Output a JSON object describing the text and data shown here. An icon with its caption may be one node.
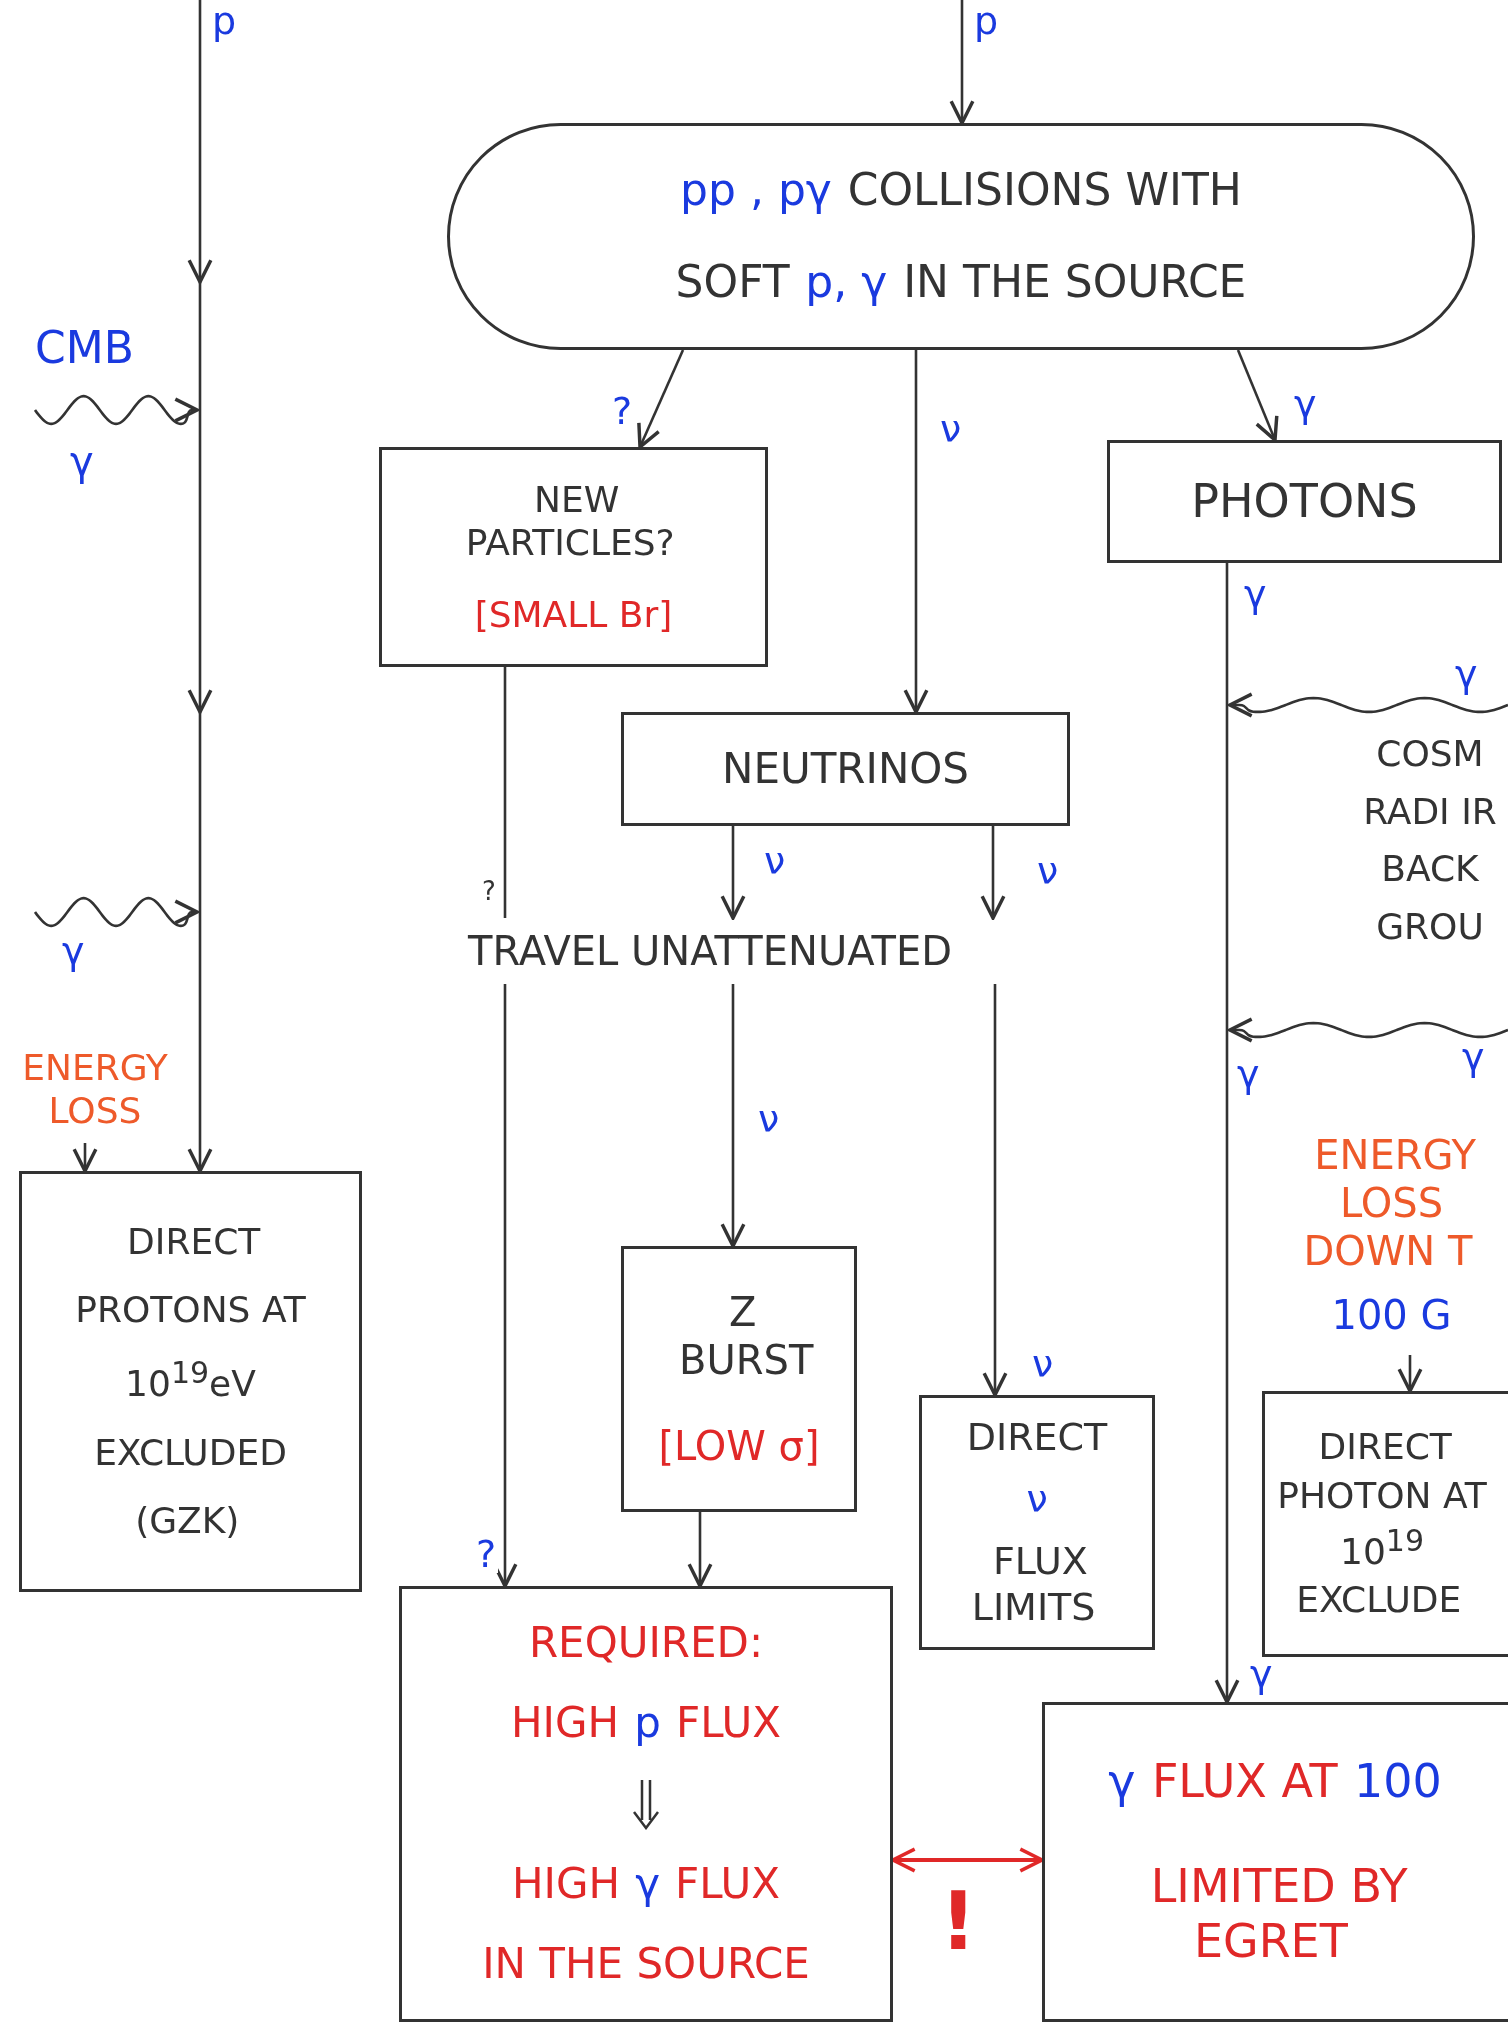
{
  "diagram": {
    "nodes": [
      {
        "text": [
          "pp , pγ",
          "COLLISIONS WITH",
          "SOFT",
          "p, γ",
          "IN THE SOURCE"
        ]
      },
      {
        "text": [
          "NEW PARTICLES?",
          "[SMALL Br]"
        ]
      },
      {
        "text": [
          "PHOTONS"
        ]
      },
      {
        "text": [
          "NEUTRINOS"
        ]
      },
      {
        "text": [
          "TRAVEL UNATTENUATED"
        ]
      },
      {
        "text": [
          "ENERGY LOSS"
        ]
      },
      {
        "text": [
          "DIRECT PROTONS AT 10$^{19}$eV EXCLUDED (GZK)"
        ]
      },
      {
        "text": [
          "ENERGY LOSS DOWN T",
          "100 G"
        ]
      },
      {
        "text": [
          "Z BURST",
          "[LOW σ]"
        ]
      },
      {
        "text": [
          "DIRECT",
          "ν",
          "FLUX LIMITS"
        ]
      },
      {
        "text": [
          "DIRECT PHOTON AT 10$^{19}$ EXCLUDE"
        ]
      },
      {
        "text": [
          "REQUIRED:",
          "HIGH",
          "p",
          "FLUX",
          "HIGH",
          "γ",
          "FLUX",
          "IN THE SOURCE"
        ]
      },
      {
        "text": [
          "γ",
          "FLUX AT",
          "100",
          "LIMITED BY EGRET"
        ]
      }
    ],
    "edges": [
      {
        "from": null,
        "to": 6,
        "arrow": "to",
        "label": "p"
      },
      {
        "from": null,
        "to": 0,
        "arrow": "to",
        "label": "p"
      },
      {
        "from": 0,
        "to": 1,
        "arrow": "to",
        "label": "?"
      },
      {
        "from": 0,
        "to": 3,
        "arrow": "to",
        "label": "ν"
      },
      {
        "from": 0,
        "to": 2,
        "arrow": "to",
        "label": "γ"
      },
      {
        "from": 1,
        "to": 4,
        "arrow": "none"
      },
      {
        "from": 3,
        "to": 4,
        "arrow": "to",
        "label": "ν"
      },
      {
        "from": 3,
        "to": 4,
        "arrow": "to",
        "label": "ν"
      },
      {
        "from": 4,
        "to": 11,
        "arrow": "to",
        "label": "?"
      },
      {
        "from": 4,
        "to": 8,
        "arrow": "to",
        "label": "ν"
      },
      {
        "from": 4,
        "to": 9,
        "arrow": "to",
        "label": "ν"
      },
      {
        "from": 8,
        "to": 11,
        "arrow": "to"
      },
      {
        "from": 2,
        "to": 12,
        "arrow": "to",
        "label": "γ"
      },
      {
        "from": 5,
        "to": 6,
        "arrow": "to"
      },
      {
        "from": 7,
        "to": 10,
        "arrow": "to"
      },
      {
        "from": 11,
        "to": 12,
        "arrow": "both",
        "color": "#e02828"
      }
    ],
    "labels": [
      "CMB",
      "γ",
      "γ",
      "COSM RADI IR BACK GROU",
      "?",
      "γ",
      "γ",
      "γ",
      "γ",
      "!"
    ]
  }
}
